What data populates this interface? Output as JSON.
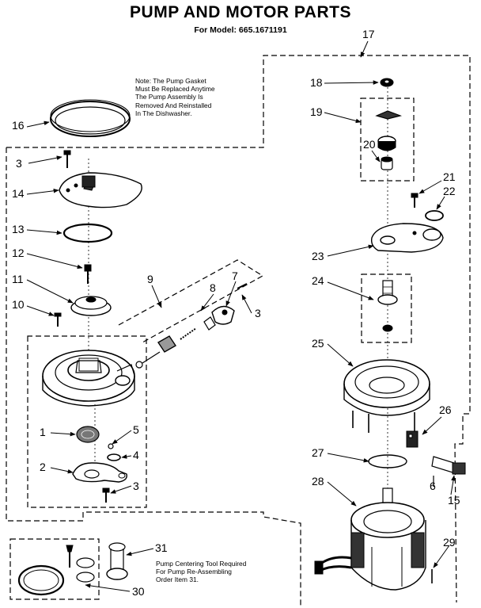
{
  "header": {
    "title": "PUMP AND MOTOR PARTS",
    "model": "For Model: 665.1671191"
  },
  "notes": {
    "gasket_lines": [
      "Note: The Pump Gasket",
      "Must Be Replaced Anytime",
      "The Pump Assembly Is",
      "Removed And Reinstalled",
      "In The Dishwasher."
    ],
    "tool_lines": [
      "Pump Centering Tool Required",
      "For Pump Re-Assembling",
      "Order Item 31."
    ]
  },
  "callouts": [
    "1",
    "2",
    "3",
    "3",
    "3",
    "3",
    "4",
    "5",
    "6",
    "7",
    "8",
    "9",
    "10",
    "11",
    "12",
    "13",
    "14",
    "15",
    "16",
    "17",
    "18",
    "19",
    "20",
    "21",
    "22",
    "23",
    "24",
    "25",
    "26",
    "27",
    "28",
    "29",
    "30",
    "31"
  ]
}
